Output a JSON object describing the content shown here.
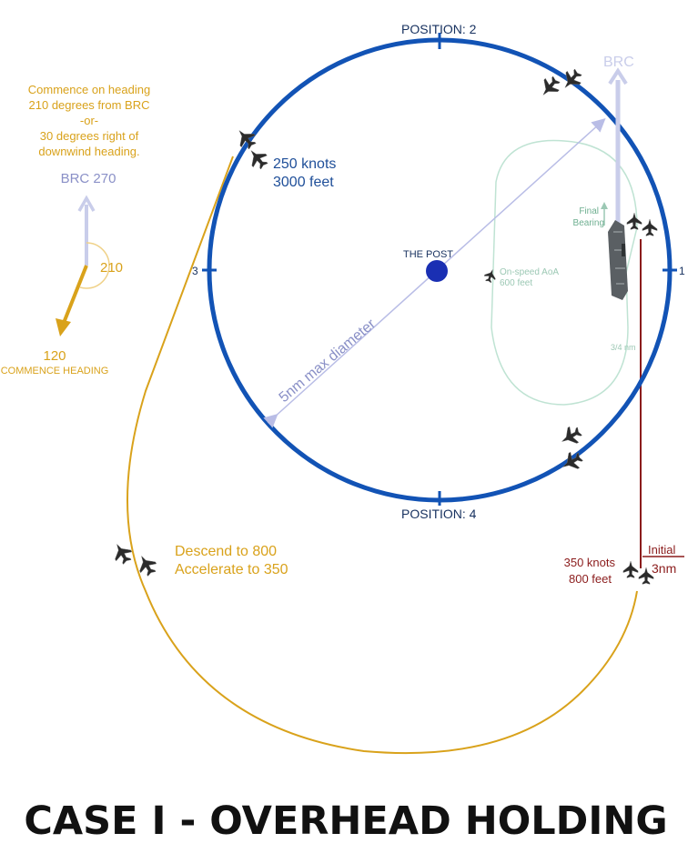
{
  "title": "CASE I - OVERHEAD HOLDING",
  "positions": {
    "p1": "1",
    "p2": "POSITION: 2",
    "p3": "3",
    "p4": "POSITION: 4"
  },
  "hold": {
    "speed": "250 knots",
    "altitude": "3000 feet",
    "post_label": "THE POST",
    "diameter_label": "5nm max diameter"
  },
  "brc": {
    "top_label": "BRC",
    "brc_heading": "BRC 270",
    "turn_value": "210",
    "commence_value": "120",
    "commence_label": "COMMENCE HEADING",
    "note_lines": [
      "Commence on heading",
      "210 degrees from BRC",
      "-or-",
      "30 degrees right of",
      "downwind heading."
    ]
  },
  "pattern": {
    "aoa_line1": "On-speed AoA",
    "aoa_line2": "600 feet",
    "final_line1": "Final",
    "final_line2": "Bearing",
    "distance": "3/4 nm"
  },
  "descent": {
    "line1": "Descend to 800",
    "line2": "Accelerate to 350"
  },
  "initial": {
    "speed": "350 knots",
    "altitude": "800 feet",
    "label": "Initial",
    "distance": "3nm"
  },
  "colors": {
    "hold_circle": "#1253b5",
    "post": "#1a2fb3",
    "gold": "#d9a21b",
    "lavender": "#b9bde6",
    "pale_green": "#bfe3d3",
    "red": "#8b1c1c",
    "title": "#111111"
  },
  "icons": [
    "jet-icon",
    "carrier-icon"
  ]
}
